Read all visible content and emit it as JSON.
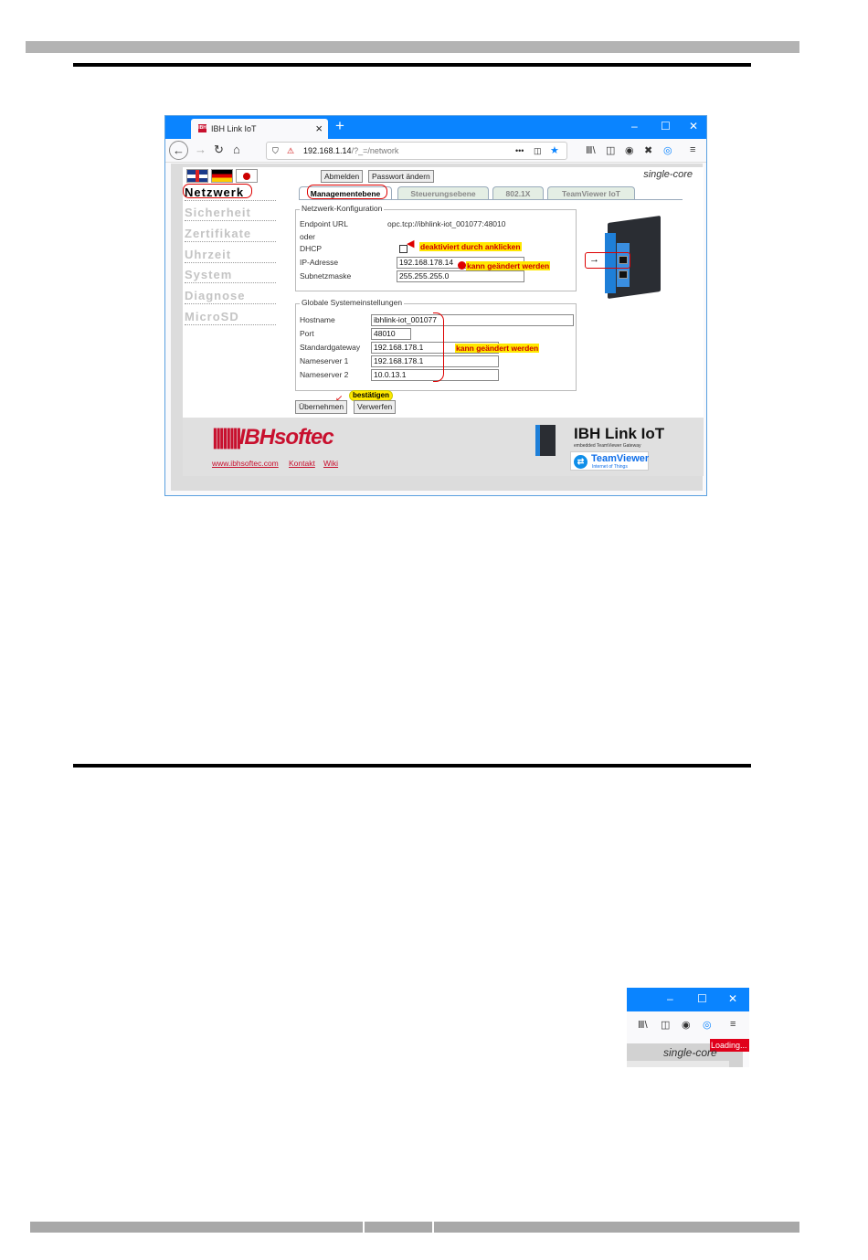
{
  "browser": {
    "tab_title": "IBH Link IoT",
    "favicon_text": "IBH",
    "close_tab": "×",
    "new_tab": "+",
    "minimize": "–",
    "maximize": "☐",
    "close": "✕",
    "url_main": "192.168.1.14",
    "url_path": "/?_=/network",
    "more": "•••"
  },
  "page": {
    "buttons": {
      "logout": "Abmelden",
      "change_password": "Passwort ändern"
    },
    "edition": "single-core",
    "sidebar": [
      "Netzwerk",
      "Sicherheit",
      "Zertifikate",
      "Uhrzeit",
      "System",
      "Diagnose",
      "MicroSD"
    ],
    "tabs": [
      "Managementebene",
      "Steuerungsebene",
      "802.1X",
      "TeamViewer IoT"
    ],
    "network_config": {
      "legend": "Netzwerk-Konfiguration",
      "endpoint_label": "Endpoint URL",
      "endpoint_value": "opc.tcp://ibhlink-iot_001077:48010",
      "or_label": "oder",
      "dhcp_label": "DHCP",
      "ip_label": "IP-Adresse",
      "ip_value": "192.168.178.14",
      "subnet_label": "Subnetzmaske",
      "subnet_value": "255.255.255.0"
    },
    "global_settings": {
      "legend": "Globale Systemeinstellungen",
      "hostname_label": "Hostname",
      "hostname_value": "ibhlink-iot_001077",
      "port_label": "Port",
      "port_value": "48010",
      "gateway_label": "Standardgateway",
      "gateway_value": "192.168.178.1",
      "ns1_label": "Nameserver 1",
      "ns1_value": "192.168.178.1",
      "ns2_label": "Nameserver 2",
      "ns2_value": "10.0.13.1"
    },
    "actions": {
      "apply": "Übernehmen",
      "discard": "Verwerfen"
    },
    "annotations": {
      "dhcp_note": "deaktiviert durch anklicken",
      "ip_note": "kann geändert werden",
      "global_note": "kann geändert werden",
      "confirm_note": "bestätigen"
    },
    "footer": {
      "logo_bars": "||||||||",
      "logo_ibh": "IBH",
      "logo_softec": "softec",
      "links": [
        "www.ibhsoftec.com",
        "Kontakt",
        "Wiki"
      ],
      "product": "IBH Link IoT",
      "product_sub": "embedded TeamViewer Gateway",
      "tv_name": "TeamViewer",
      "tv_sub": "Internet of Things"
    }
  },
  "small_shot": {
    "minimize": "–",
    "maximize": "☐",
    "close": "✕",
    "loading": "Loading...",
    "edition": "single-core"
  }
}
